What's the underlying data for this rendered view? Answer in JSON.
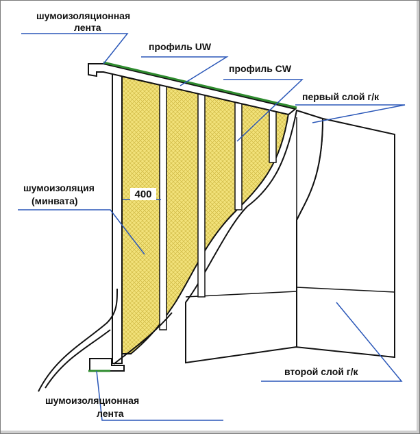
{
  "labels": {
    "tape_top_line1": "шумоизоляционная",
    "tape_top_line2": "лента",
    "profile_uw": "профиль UW",
    "profile_cw": "профиль CW",
    "first_layer": "первый слой г/к",
    "insulation_line1": "шумоизоляция",
    "insulation_line2": "(минвата)",
    "dimension": "400",
    "second_layer": "второй слой г/к",
    "tape_bottom_line1": "шумоизоляционная",
    "tape_bottom_line2": "лента"
  },
  "colors": {
    "insulation": "#f2e27a",
    "tape": "#2e8b2e",
    "leader": "#2a57b8",
    "outline": "#111111"
  }
}
